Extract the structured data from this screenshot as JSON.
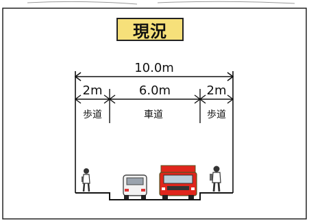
{
  "title": "現況",
  "dimensions": {
    "total": "10.0m",
    "left_sidewalk": "2m",
    "roadway": "6.0m",
    "right_sidewalk": "2m"
  },
  "lanes": {
    "left_sidewalk": "歩道",
    "roadway": "車道",
    "right_sidewalk": "歩道"
  },
  "colors": {
    "title_bg": "#f6e07a",
    "line": "#111111",
    "truck_red": "#e0261c",
    "car_white": "#f2f2f2"
  }
}
